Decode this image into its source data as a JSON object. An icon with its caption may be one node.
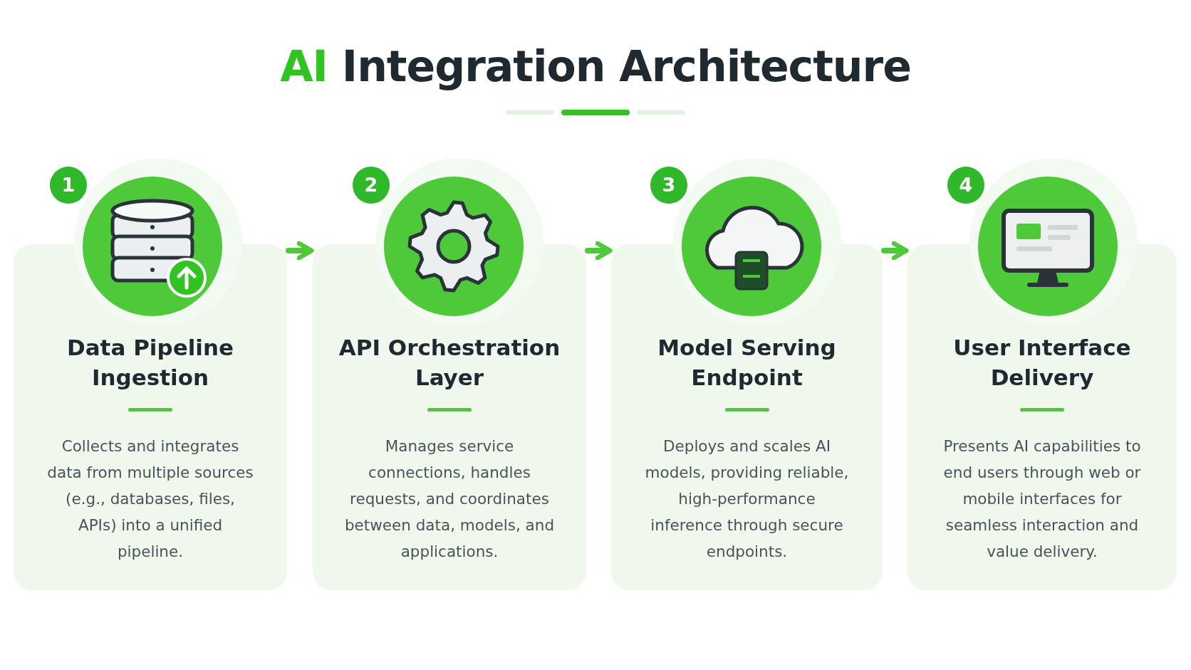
{
  "diagram": {
    "title": "AI Integration Architecture",
    "nodes": [
      {
        "text": [
          "Data Pipeline Ingestion",
          "Collects and integrates data from multiple sources (e.g., databases, files, APIs) into a unified pipeline."
        ]
      },
      {
        "text": [
          "API Orchestration Layer",
          "Manages service connections, handles requests, and coordinates between data, models, and applications."
        ]
      },
      {
        "text": [
          "Model Serving Endpoint",
          "Deploys and scales AI models, providing reliable, high-performance inference through secure endpoints."
        ]
      },
      {
        "text": [
          "User Interface Delivery",
          "Presents AI capabilities to end users through web or mobile interfaces for seamless interaction and value delivery."
        ]
      }
    ],
    "edges": [
      {
        "from": 0,
        "to": 1,
        "arrow": "to"
      },
      {
        "from": 1,
        "to": 2,
        "arrow": "to"
      },
      {
        "from": 2,
        "to": 3,
        "arrow": "to"
      }
    ],
    "labels": [
      "1",
      "2",
      "3",
      "4"
    ]
  }
}
